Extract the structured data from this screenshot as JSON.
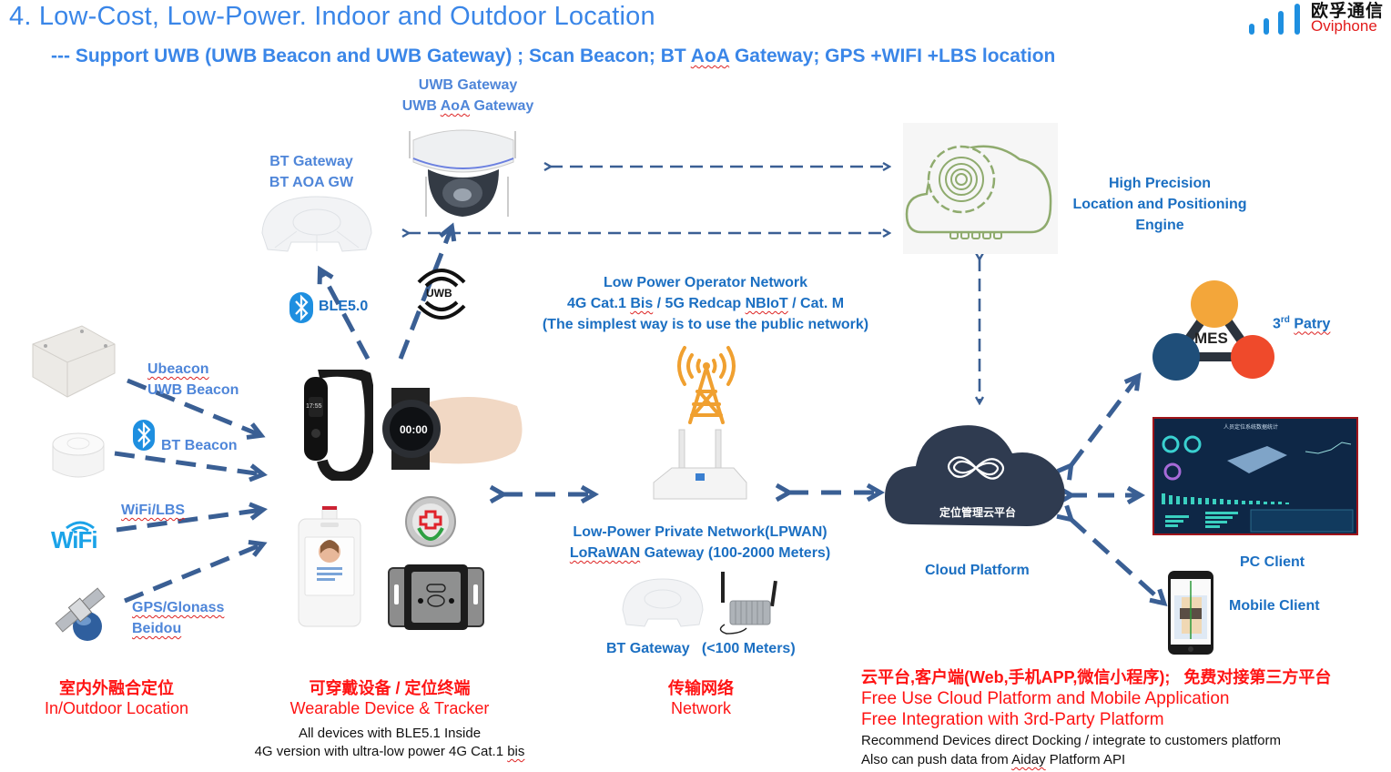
{
  "header": {
    "title": "4. Low-Cost, Low-Power. Indoor and Outdoor Location",
    "subtitle_pre": "--- Support  UWB (UWB Beacon and UWB Gateway) ; Scan Beacon;  BT ",
    "subtitle_aoa": "AoA",
    "subtitle_post": " Gateway;  GPS +WIFI +LBS location"
  },
  "logo": {
    "cn": "欧孚通信",
    "en": "Oviphone",
    "bar_color": "#1e8fe0",
    "text_color": "#e21b1b"
  },
  "gateways": {
    "uwb_line1": "UWB  Gateway",
    "uwb_line2_pre": "UWB ",
    "uwb_line2_aoa": "AoA",
    "uwb_line2_post": " Gateway",
    "bt_line1": "BT Gateway",
    "bt_line2": "BT AOA GW",
    "ble_label": "BLE5.0",
    "uwb_badge": "UWB"
  },
  "engine": {
    "line1": "High Precision",
    "line2": "Location and  Positioning",
    "line3": "Engine"
  },
  "operator_network": {
    "line1": "Low Power Operator Network",
    "line2_a": "4G Cat.1 ",
    "line2_bis": "Bis",
    "line2_b": " / 5G Redcap ",
    "line2_nbiot": "NBIoT",
    "line2_c": " / Cat. M",
    "line3": "(The simplest way is to use the public network)"
  },
  "private_network": {
    "line1": "Low-Power Private Network(LPWAN)",
    "line2_lora": "LoRaWAN",
    "line2_rest": " Gateway   (100-2000 Meters)",
    "bt_gateway": "BT Gateway   (<100 Meters)"
  },
  "sources": {
    "ubeacon": "Ubeacon",
    "uwb_beacon": "UWB Beacon",
    "bt_beacon": "BT Beacon",
    "wifi_lbs": "WiFi/LBS",
    "wifi_logo": "WiFi",
    "gps": "GPS/Glonass",
    "beidou": "Beidou"
  },
  "devices": {
    "band_time": "17:55",
    "watch_time": "00:00"
  },
  "cloud": {
    "cn": "定位管理云平台",
    "label": "Cloud Platform"
  },
  "third_party": {
    "label_sup": "rd",
    "label_num": "3",
    "label_word": "Patry",
    "mes": "MES",
    "colors": {
      "top": "#f3a63a",
      "left": "#1f4e79",
      "right": "#ef4a2b"
    }
  },
  "clients": {
    "pc": "PC Client",
    "mobile": "Mobile Client",
    "dashboard_title": "人员定位系统数据统计"
  },
  "sections": {
    "location_cn": "室内外融合定位",
    "location_en": "In/Outdoor Location",
    "wearable_cn": "可穿戴设备 / 定位终端",
    "wearable_en": "Wearable Device & Tracker",
    "wearable_note1": "All devices with BLE5.1 Inside",
    "wearable_note2_pre": "4G version with ultra-low power 4G Cat.1 ",
    "wearable_note2_bis": "bis",
    "network_cn": "传输网络",
    "network_en": "Network",
    "platform_cn": "云平台,客户端(Web,手机APP,微信小程序);   免费对接第三方平台",
    "platform_en1": "Free Use Cloud Platform and Mobile Application",
    "platform_en2": "Free Integration with 3rd-Party Platform",
    "platform_note1": "Recommend  Devices direct Docking / integrate to customers platform",
    "platform_note2_pre": "Also can push data from ",
    "platform_note2_aiday": "Aiday",
    "platform_note2_post": " Platform API"
  },
  "colors": {
    "arrow": "#3a5f94",
    "title_blue": "#3a86e8",
    "label_blue": "#1b6fc2",
    "red": "#ff1414"
  }
}
